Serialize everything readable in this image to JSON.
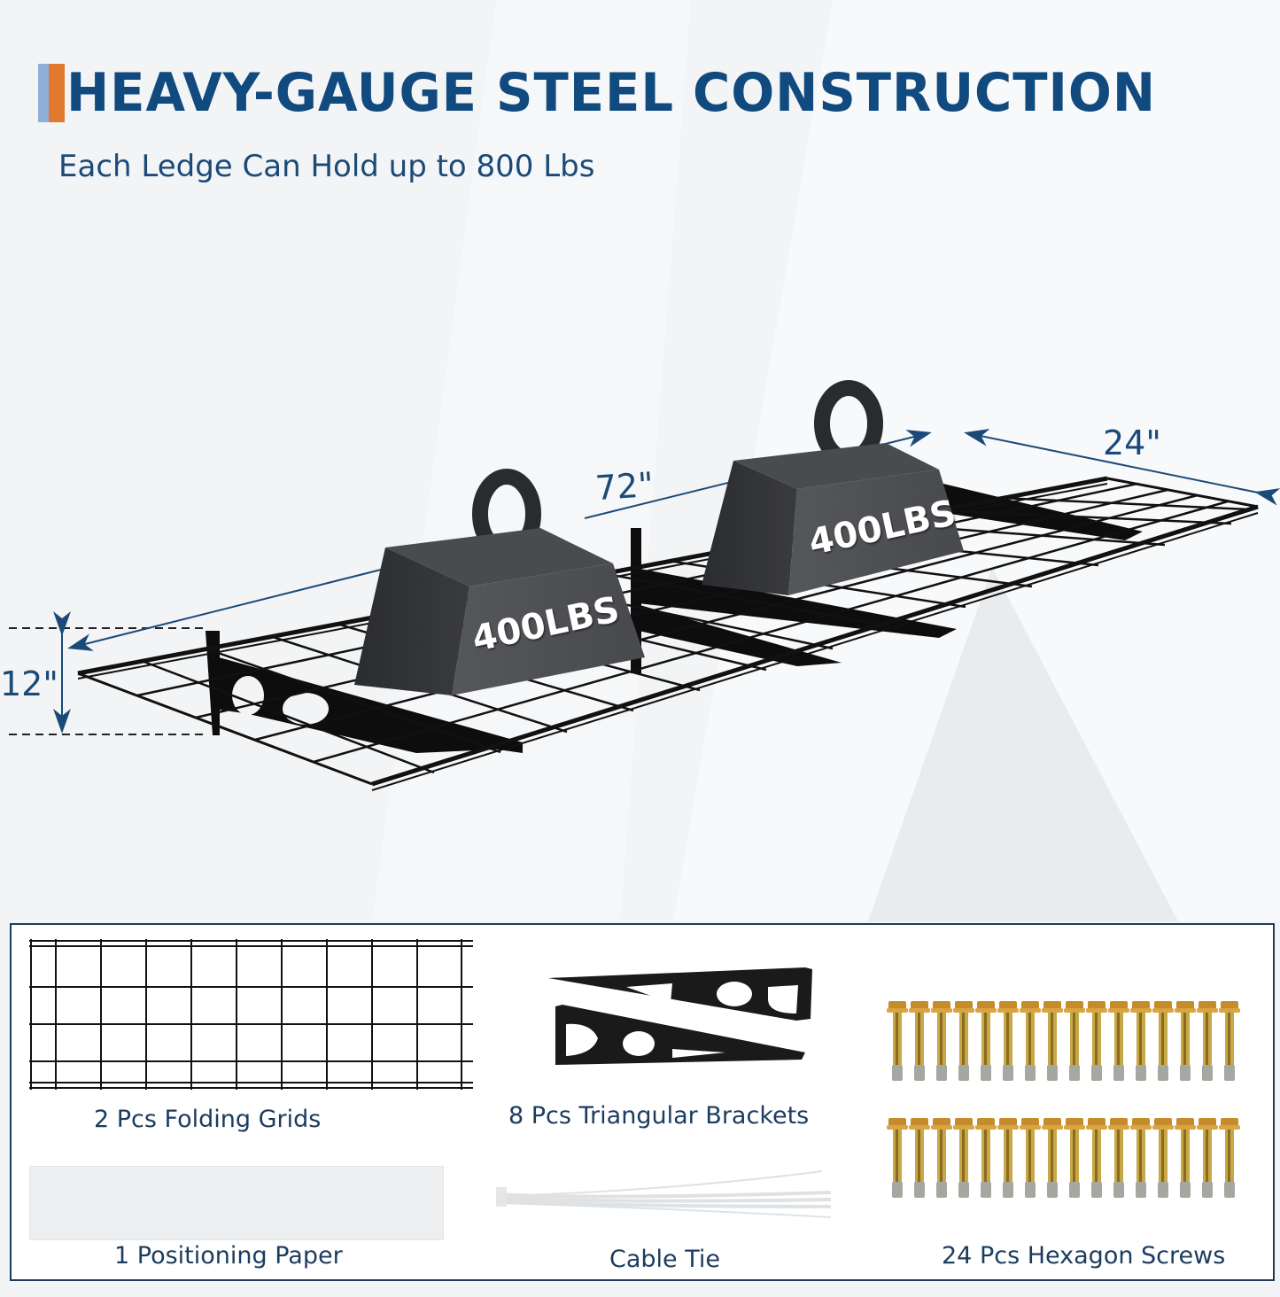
{
  "header": {
    "title": "HEAVY-GAUGE STEEL CONSTRUCTION",
    "subtitle": "Each Ledge Can Hold up to 800 Lbs",
    "accent_colors": [
      "#8fb0d8",
      "#e07a2f"
    ],
    "title_color": "#114a7e"
  },
  "dimensions": {
    "length": "72\"",
    "depth": "24\"",
    "height": "12\""
  },
  "weights": [
    {
      "label": "400LBS"
    },
    {
      "label": "400LBS"
    }
  ],
  "parts": [
    {
      "label": "2 Pcs Folding Grids",
      "icon": "wire-grid-icon"
    },
    {
      "label": "8 Pcs Triangular Brackets",
      "icon": "triangular-bracket-icon"
    },
    {
      "label": "1 Positioning Paper",
      "icon": "positioning-paper-icon"
    },
    {
      "label": "Cable Tie",
      "icon": "cable-tie-icon"
    },
    {
      "label": "24 Pcs Hexagon Screws",
      "icon": "hex-screw-icon",
      "rows": 2,
      "per_row": 16
    }
  ],
  "colors": {
    "dimension_line": "#1b4a78",
    "steel": "#111111",
    "weight_body": "#3c3d40",
    "screw_gold": "#c9a23a"
  }
}
